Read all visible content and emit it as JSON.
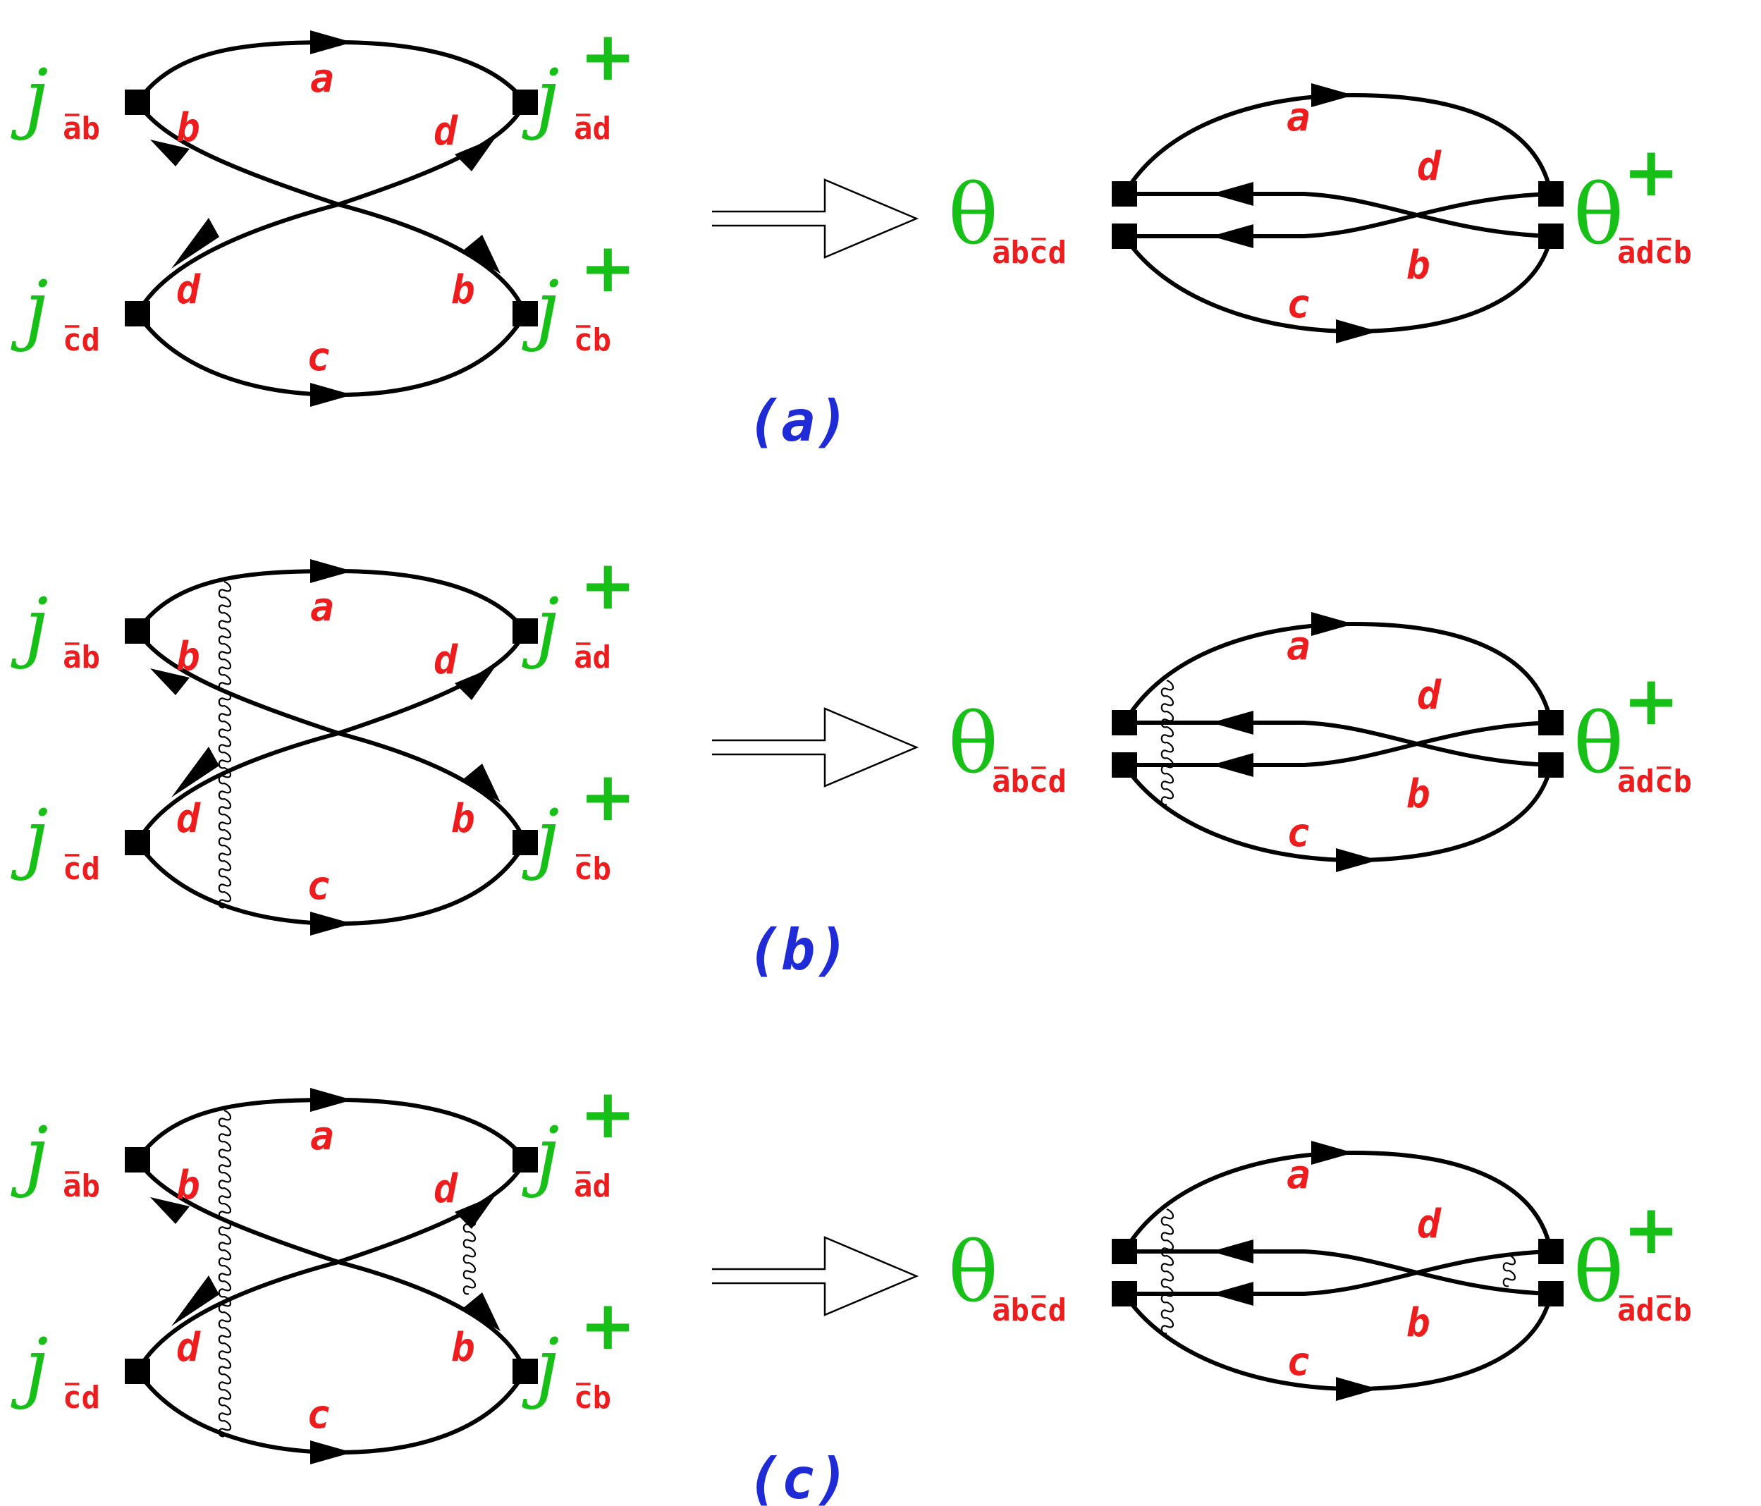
{
  "panels": [
    {
      "caption": "(a)",
      "left": {
        "labels": {
          "a": "a",
          "b_up": "b",
          "d_up": "d",
          "d_low": "d",
          "b_low": "b",
          "c": "c"
        },
        "currents": {
          "top_left": {
            "sym": "j",
            "sub": "ab",
            "bar": "a"
          },
          "top_right": {
            "sym": "j",
            "sub": "ad",
            "bar": "a",
            "sup": "+"
          },
          "bottom_left": {
            "sym": "j",
            "sub": "cd",
            "bar": "c"
          },
          "bottom_right": {
            "sym": "j",
            "sub": "cb",
            "bar": "c",
            "sup": "+"
          }
        }
      },
      "right": {
        "labels": {
          "a": "a",
          "d": "d",
          "b": "b",
          "c": "c"
        },
        "left_op": {
          "sym": "θ",
          "sub": "abcd"
        },
        "right_op": {
          "sym": "θ",
          "sub": "adcb",
          "sup": "+"
        }
      }
    },
    {
      "caption": "(b)",
      "left": {
        "labels": {
          "a": "a",
          "b_up": "b",
          "d_up": "d",
          "d_low": "d",
          "b_low": "b",
          "c": "c"
        },
        "currents": {
          "top_left": {
            "sym": "j",
            "sub": "ab",
            "bar": "a"
          },
          "top_right": {
            "sym": "j",
            "sub": "ad",
            "bar": "a",
            "sup": "+"
          },
          "bottom_left": {
            "sym": "j",
            "sub": "cd",
            "bar": "c"
          },
          "bottom_right": {
            "sym": "j",
            "sub": "cb",
            "bar": "c",
            "sup": "+"
          }
        }
      },
      "right": {
        "labels": {
          "a": "a",
          "d": "d",
          "b": "b",
          "c": "c"
        },
        "left_op": {
          "sym": "θ",
          "sub": "abcd"
        },
        "right_op": {
          "sym": "θ",
          "sub": "adcb",
          "sup": "+"
        }
      }
    },
    {
      "caption": "(c)",
      "left": {
        "labels": {
          "a": "a",
          "b_up": "b",
          "d_up": "d",
          "d_low": "d",
          "b_low": "b",
          "c": "c"
        },
        "currents": {
          "top_left": {
            "sym": "j",
            "sub": "ab",
            "bar": "a"
          },
          "top_right": {
            "sym": "j",
            "sub": "ad",
            "bar": "a",
            "sup": "+"
          },
          "bottom_left": {
            "sym": "j",
            "sub": "cd",
            "bar": "c"
          },
          "bottom_right": {
            "sym": "j",
            "sub": "cb",
            "bar": "c",
            "sup": "+"
          }
        }
      },
      "right": {
        "labels": {
          "a": "a",
          "d": "d",
          "b": "b",
          "c": "c"
        },
        "left_op": {
          "sym": "θ",
          "sub": "abcd"
        },
        "right_op": {
          "sym": "θ",
          "sub": "adcb",
          "sup": "+"
        }
      }
    }
  ],
  "colors": {
    "quark_label": "#ee1c1c",
    "operator": "#17c017",
    "caption": "#1f2bd6",
    "line": "#000000"
  }
}
